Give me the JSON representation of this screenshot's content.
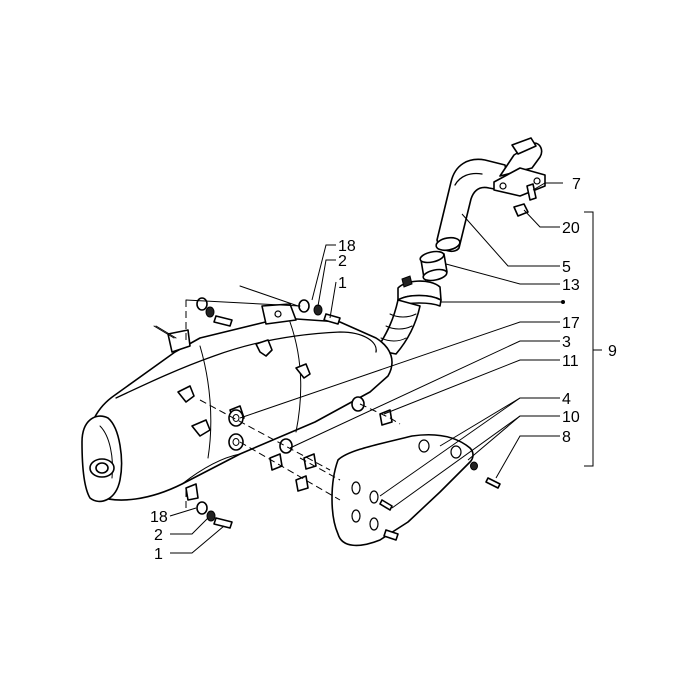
{
  "callouts": {
    "c7": "7",
    "c20": "20",
    "c5": "5",
    "c13": "13",
    "c17": "17",
    "c3": "3",
    "c11": "11",
    "c4": "4",
    "c10": "10",
    "c8": "8",
    "c9": "9",
    "c18_top": "18",
    "c2_top": "2",
    "c1_top": "1",
    "c18_bottom": "18",
    "c2_bottom": "2",
    "c1_bottom": "1"
  }
}
